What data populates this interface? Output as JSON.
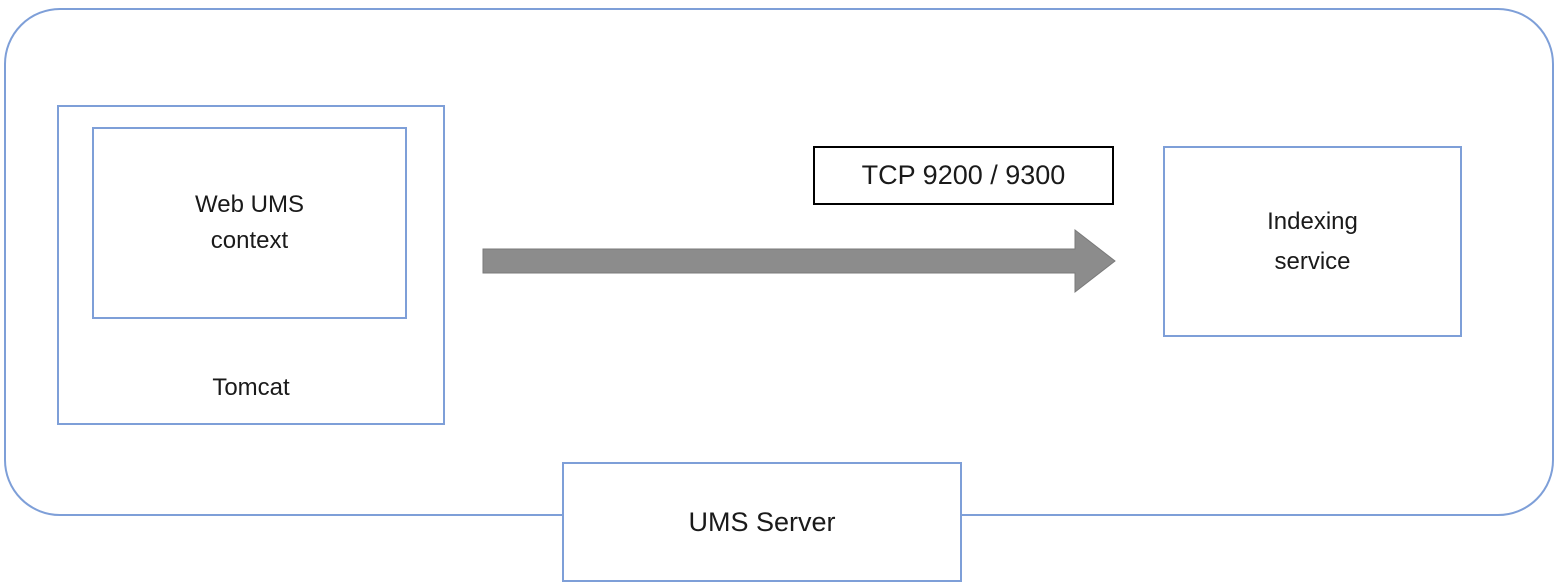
{
  "colors": {
    "box_border": "#7E9FD8",
    "port_label_border": "#000000",
    "arrow_fill": "#8C8C8C",
    "arrow_outline": "#7A7A7A",
    "text": "#1A1A1A",
    "background": "#FFFFFF"
  },
  "nodes": {
    "web_ums_context": {
      "label": "Web UMS\ncontext"
    },
    "tomcat": {
      "label": "Tomcat"
    },
    "indexing_service": {
      "label": "Indexing\nservice"
    },
    "ums_server": {
      "label": "UMS Server"
    }
  },
  "connection": {
    "label": "TCP 9200 / 9300"
  }
}
